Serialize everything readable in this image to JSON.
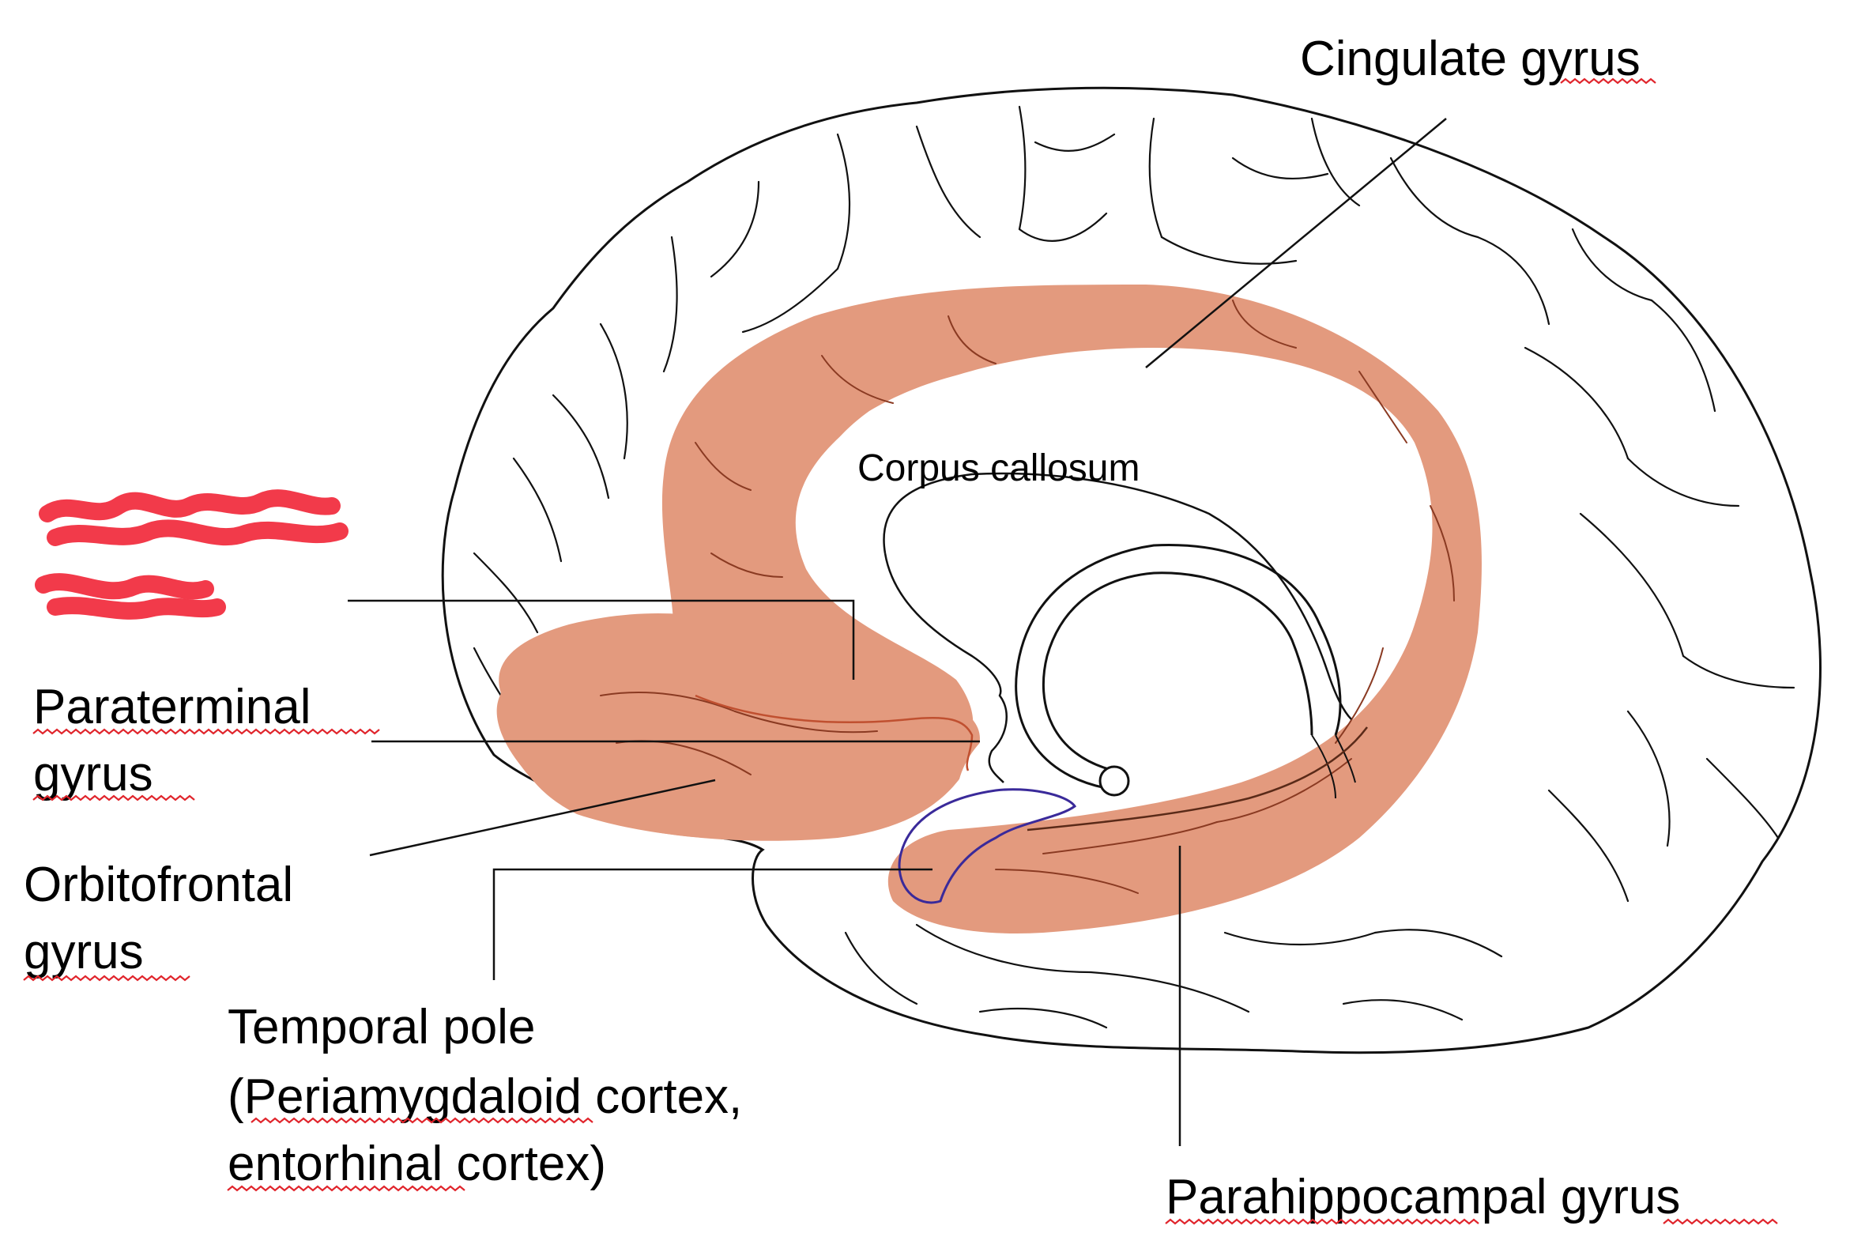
{
  "diagram": {
    "labels": {
      "cingulate": "Cingulate gyrus",
      "corpus": "Corpus callosum",
      "paraterminal_1": "Paraterminal",
      "paraterminal_2": "gyrus",
      "orbitofrontal_1": "Orbitofrontal",
      "orbitofrontal_2": "gyrus",
      "temporal_1": "Temporal pole",
      "temporal_2": "(Periamygdaloid cortex,",
      "temporal_3": "entorhinal cortex)",
      "parahippocampal": "Parahippocampal gyrus"
    },
    "colors": {
      "limbic_fill": "#e39a7e",
      "outline": "#111111",
      "temporal_pole_outline": "#3a2a9a",
      "spellcheck": "#e0242b",
      "scribble": "#f23a4a",
      "limbic_sulci": "#8a3a22"
    }
  }
}
